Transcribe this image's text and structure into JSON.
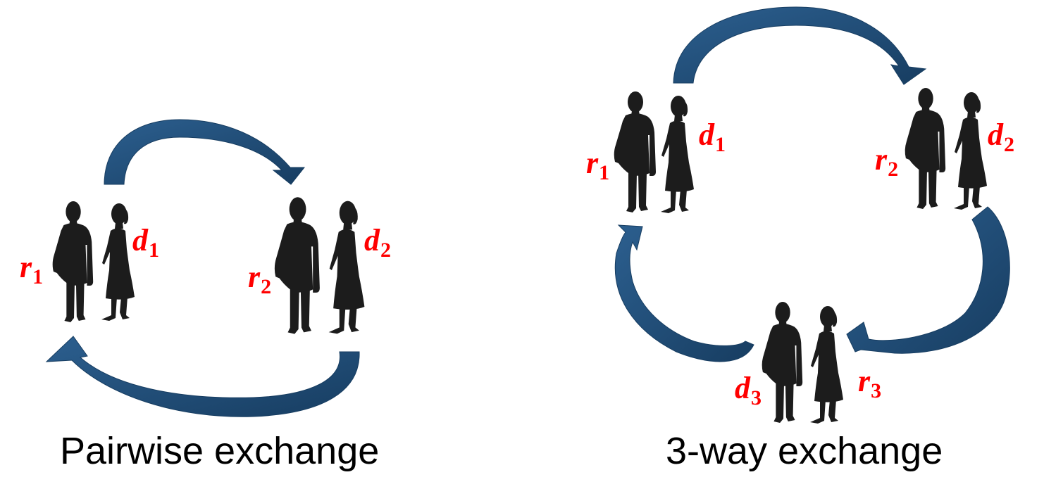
{
  "colors": {
    "arrow": "#1f4e79",
    "arrow_edge": "#173d61",
    "person": "#1c1c1c",
    "label": "#ff0000",
    "caption": "#000000"
  },
  "icons": {
    "person_man": "man-silhouette-icon",
    "person_woman": "woman-silhouette-icon",
    "arrow": "curved-arrow"
  },
  "pairwise": {
    "caption": "Pairwise exchange",
    "pairs": [
      {
        "recipient": {
          "base": "r",
          "sub": "1"
        },
        "donor": {
          "base": "d",
          "sub": "1"
        }
      },
      {
        "recipient": {
          "base": "r",
          "sub": "2"
        },
        "donor": {
          "base": "d",
          "sub": "2"
        }
      }
    ]
  },
  "threeway": {
    "caption": "3-way exchange",
    "pairs": [
      {
        "recipient": {
          "base": "r",
          "sub": "1"
        },
        "donor": {
          "base": "d",
          "sub": "1"
        }
      },
      {
        "recipient": {
          "base": "r",
          "sub": "2"
        },
        "donor": {
          "base": "d",
          "sub": "2"
        }
      },
      {
        "recipient": {
          "base": "r",
          "sub": "3"
        },
        "donor": {
          "base": "d",
          "sub": "3"
        }
      }
    ]
  }
}
